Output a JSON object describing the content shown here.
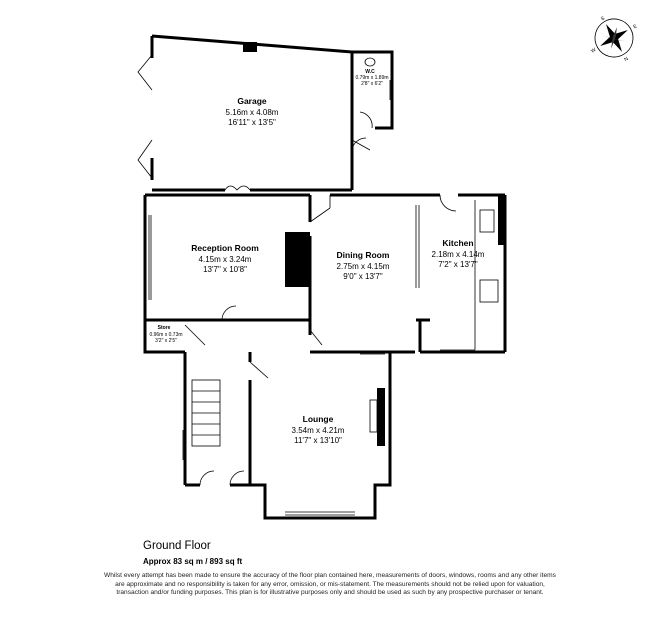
{
  "floor": {
    "title": "Ground Floor",
    "area": "Approx 83 sq m / 893 sq ft"
  },
  "rooms": {
    "garage": {
      "name": "Garage",
      "metric": "5.16m x 4.08m",
      "imperial": "16'11\" x 13'5\""
    },
    "wc": {
      "name": "W.C",
      "metric": "0.79m x 1.89m",
      "imperial": "2'8\" x 6'2\""
    },
    "reception": {
      "name": "Reception Room",
      "metric": "4.15m x 3.24m",
      "imperial": "13'7\" x 10'8\""
    },
    "dining": {
      "name": "Dining Room",
      "metric": "2.75m x 4.15m",
      "imperial": "9'0\" x 13'7\""
    },
    "kitchen": {
      "name": "Kitchen",
      "metric": "2.18m x 4.14m",
      "imperial": "7'2\" x 13'7\""
    },
    "store": {
      "name": "Store",
      "metric": "0.96m x 0.73m",
      "imperial": "3'2\" x 2'5\""
    },
    "lounge": {
      "name": "Lounge",
      "metric": "3.54m x 4.21m",
      "imperial": "11'7\" x 13'10\""
    }
  },
  "compass": {
    "labels": [
      "S",
      "E",
      "N",
      "W"
    ],
    "icon": "compass-rose-icon"
  },
  "disclaimer": "Whilst every attempt has been made to ensure the accuracy of the floor plan contained here, measurements of doors, windows, rooms and any other items are approximate and no responsibility is taken for any error, omission, or mis-statement. The measurements should not be relied upon for valuation, transaction and/or funding purposes. This plan is for illustrative purposes only and should be used as such by any prospective purchaser or tenant."
}
